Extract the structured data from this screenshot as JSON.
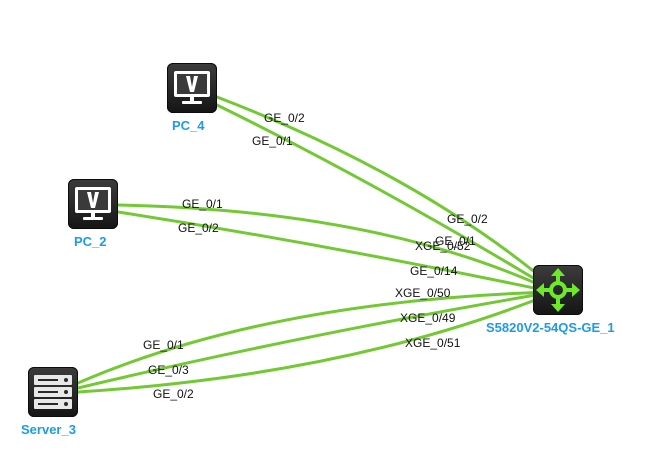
{
  "colors": {
    "link": "#72c934",
    "node_label": "#1e9be8",
    "port_label": "#111111",
    "switch_glyph": "#6ee82a"
  },
  "nodes": [
    {
      "id": "pc4",
      "name": "PC_4",
      "type": "pc",
      "icon": "monitor-icon"
    },
    {
      "id": "pc2",
      "name": "PC_2",
      "type": "pc",
      "icon": "monitor-icon"
    },
    {
      "id": "server3",
      "name": "Server_3",
      "type": "server",
      "icon": "server-rack-icon"
    },
    {
      "id": "switch1",
      "name": "S5820V2-54QS-GE_1",
      "type": "switch",
      "icon": "switch-arrows-icon"
    }
  ],
  "links": [
    {
      "from": "pc4",
      "to": "switch1",
      "from_port": "GE_0/2",
      "to_port": "GE_0/2"
    },
    {
      "from": "pc4",
      "to": "switch1",
      "from_port": "GE_0/1",
      "to_port": "GE_0/1"
    },
    {
      "from": "pc2",
      "to": "switch1",
      "from_port": "GE_0/1",
      "to_port": "XGE_0/52"
    },
    {
      "from": "pc2",
      "to": "switch1",
      "from_port": "GE_0/2",
      "to_port": "GE_0/14"
    },
    {
      "from": "server3",
      "to": "switch1",
      "from_port": "GE_0/1",
      "to_port": "XGE_0/50"
    },
    {
      "from": "server3",
      "to": "switch1",
      "from_port": "GE_0/3",
      "to_port": "XGE_0/49"
    },
    {
      "from": "server3",
      "to": "switch1",
      "from_port": "GE_0/2",
      "to_port": "XGE_0/51"
    }
  ]
}
